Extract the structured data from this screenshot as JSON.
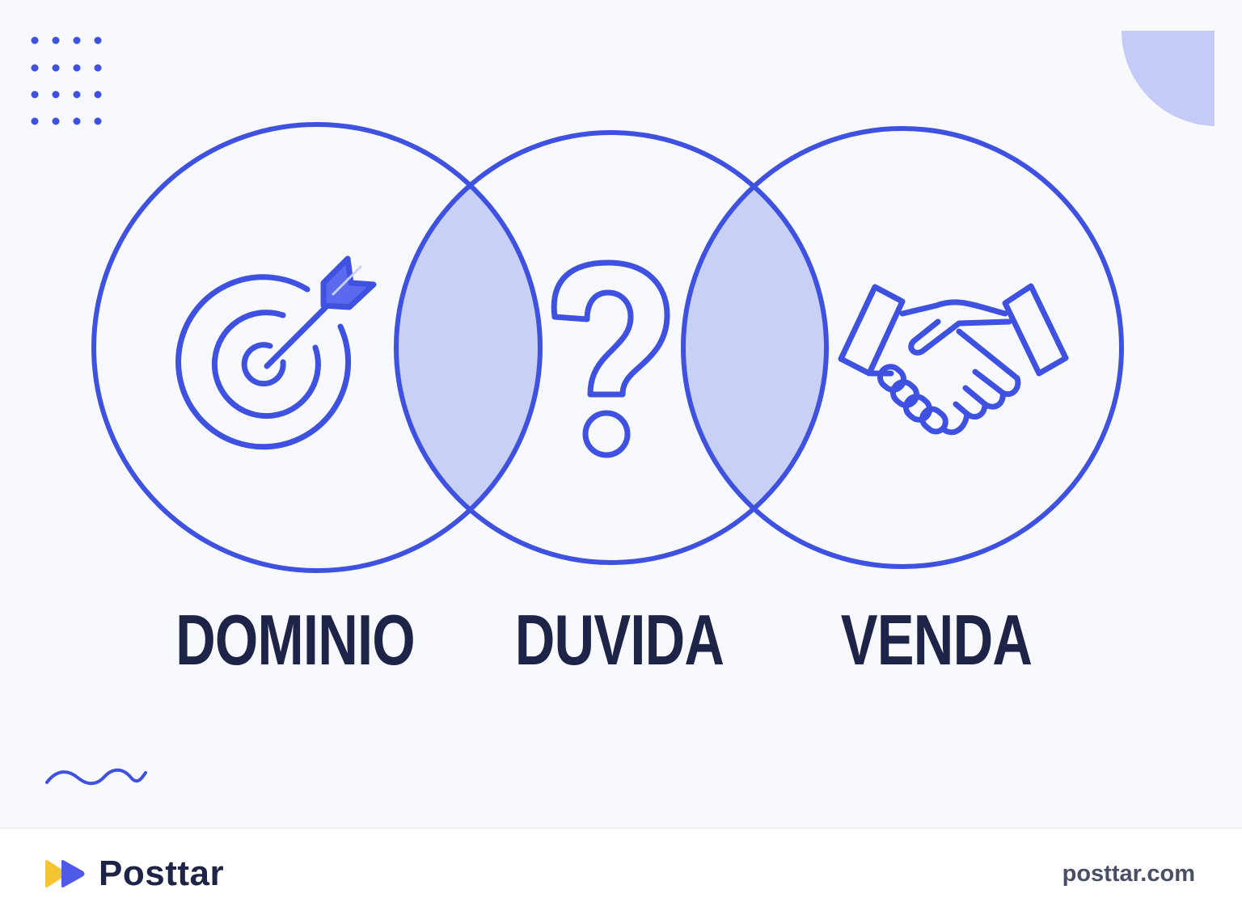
{
  "diagram": {
    "labels": {
      "left": "DOMINIO",
      "center": "DUVIDA",
      "right": "VENDA"
    },
    "icons": {
      "left": "target-with-arrow-icon",
      "center": "question-mark-icon",
      "right": "handshake-icon"
    }
  },
  "footer": {
    "brand_name": "Posttar",
    "brand_icon": "play-forward-logo-icon",
    "website": "posttar.com"
  },
  "colors": {
    "accent": "#3f51e0",
    "overlap_fill": "#c9d0f6",
    "corner_shape": "#c3cbf6",
    "text_dark": "#1e2348",
    "background": "#f8f9fc",
    "logo_yellow": "#f5c431",
    "logo_blue": "#4f5be8"
  }
}
